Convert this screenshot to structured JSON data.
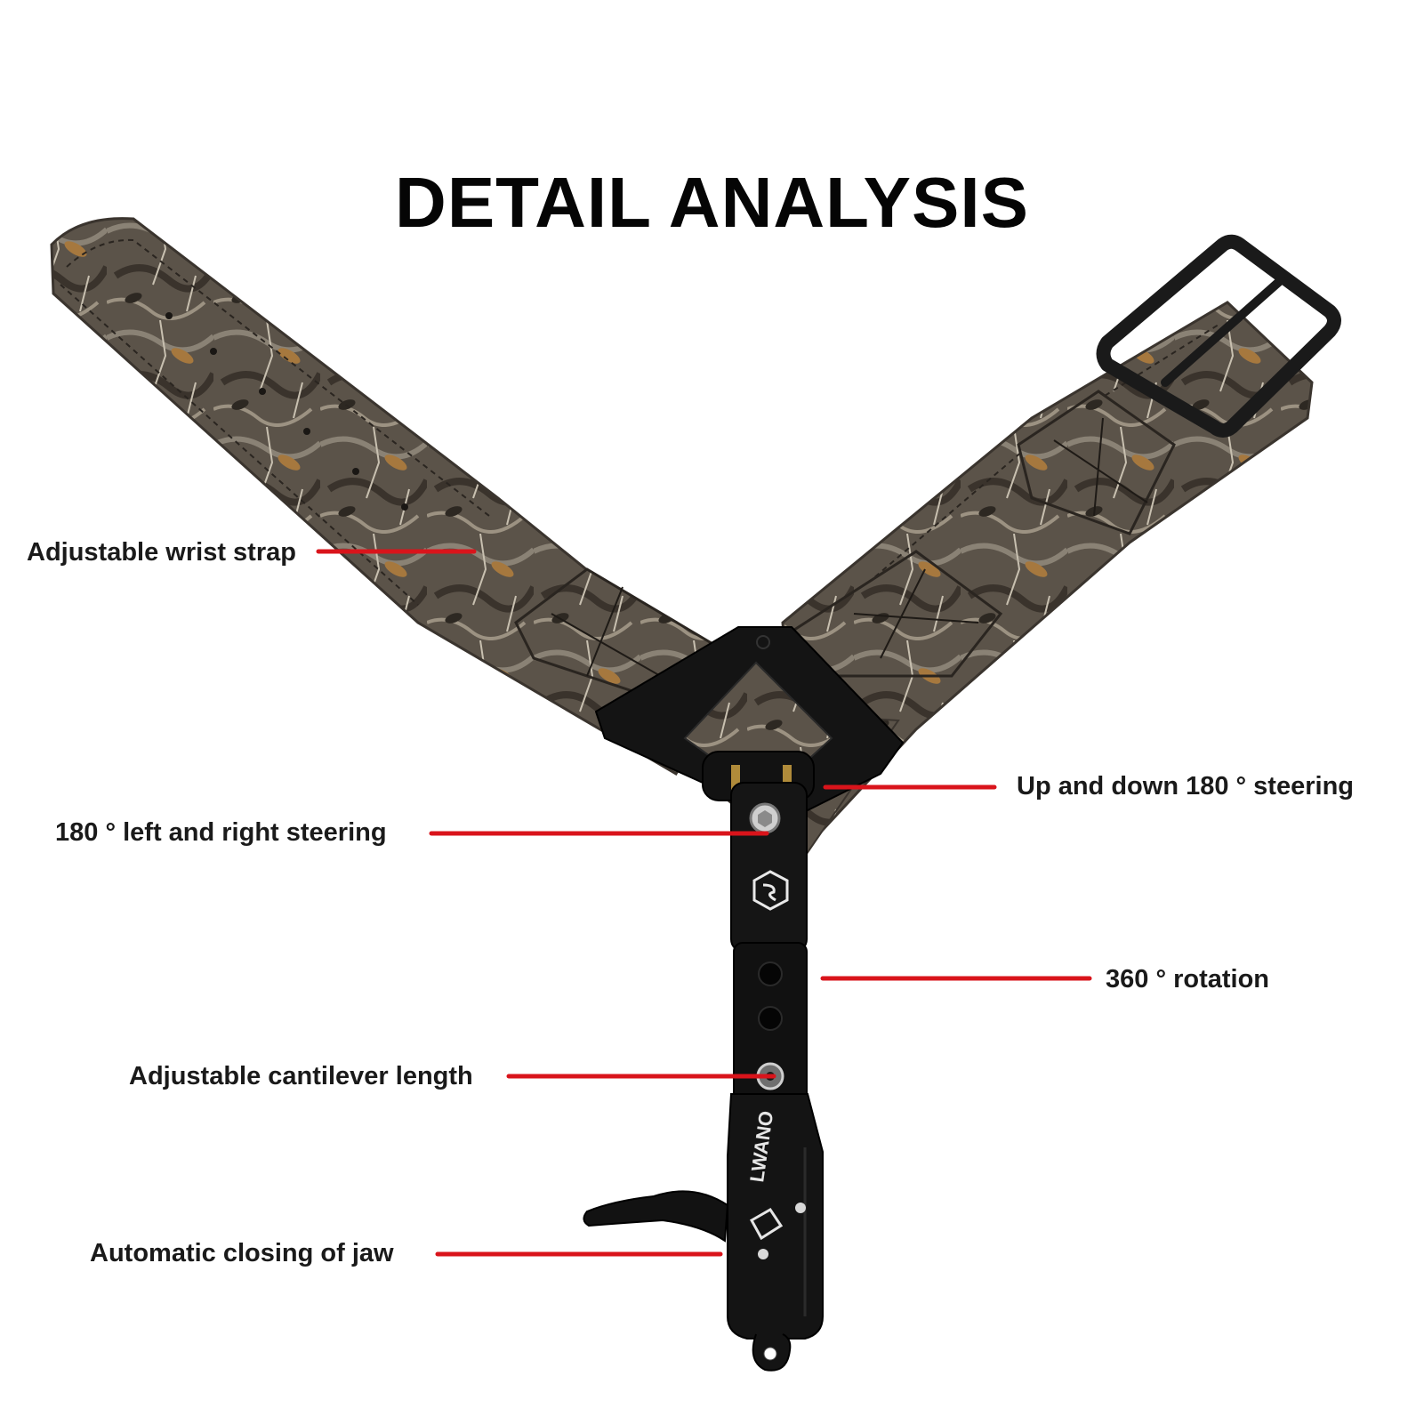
{
  "title": "DETAIL ANALYSIS",
  "callouts": {
    "wrist_strap": "Adjustable wrist strap",
    "up_down": "Up and down 180 ° steering",
    "left_right": "180 ° left and right steering",
    "rotation": "360 ° rotation",
    "cantilever": "Adjustable cantilever length",
    "jaw": "Automatic closing of jaw"
  },
  "colors": {
    "leader_line": "#d9141b",
    "text": "#1a1a1a",
    "metal": "#161616",
    "camo_base": "#5a5248"
  }
}
